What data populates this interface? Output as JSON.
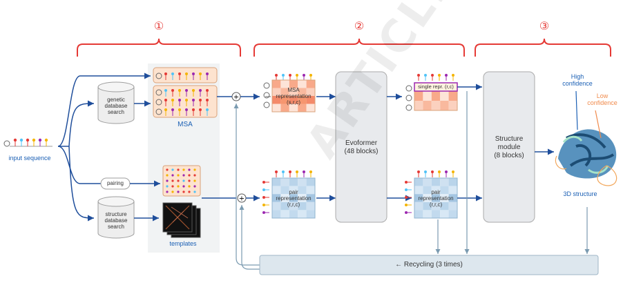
{
  "stage_numbers": [
    "①",
    "②",
    "③"
  ],
  "labels": {
    "input_sequence": "input sequence",
    "genetic_search": [
      "genetic",
      "database",
      "search"
    ],
    "pairing": "pairing",
    "structure_search": [
      "structure",
      "database",
      "search"
    ],
    "msa": "MSA",
    "templates": "templates",
    "msa_repr": [
      "MSA",
      "representation",
      "(s,r,c)"
    ],
    "pair_repr_in": [
      "pair",
      "representation",
      "(r,r,c)"
    ],
    "evoformer": [
      "Evoformer",
      "(48 blocks)"
    ],
    "single_repr": "single repr. (r,c)",
    "pair_repr_out": [
      "pair",
      "representation",
      "(r,r,c)"
    ],
    "structure_module": [
      "Structure",
      "module",
      "(8 blocks)"
    ],
    "high_conf": [
      "High",
      "confidence"
    ],
    "low_conf": [
      "Low",
      "confidence"
    ],
    "structure_3d": "3D structure",
    "recycling": "← Recycling (3 times)",
    "watermark": "ARTICLE PREVIEW"
  },
  "colors": {
    "accent_red": "#e53935",
    "blue": "#1a5fb4",
    "orange": "#f08a4b",
    "box_gray": "#e8eaed",
    "recycle_fill": "#dde7ee"
  }
}
